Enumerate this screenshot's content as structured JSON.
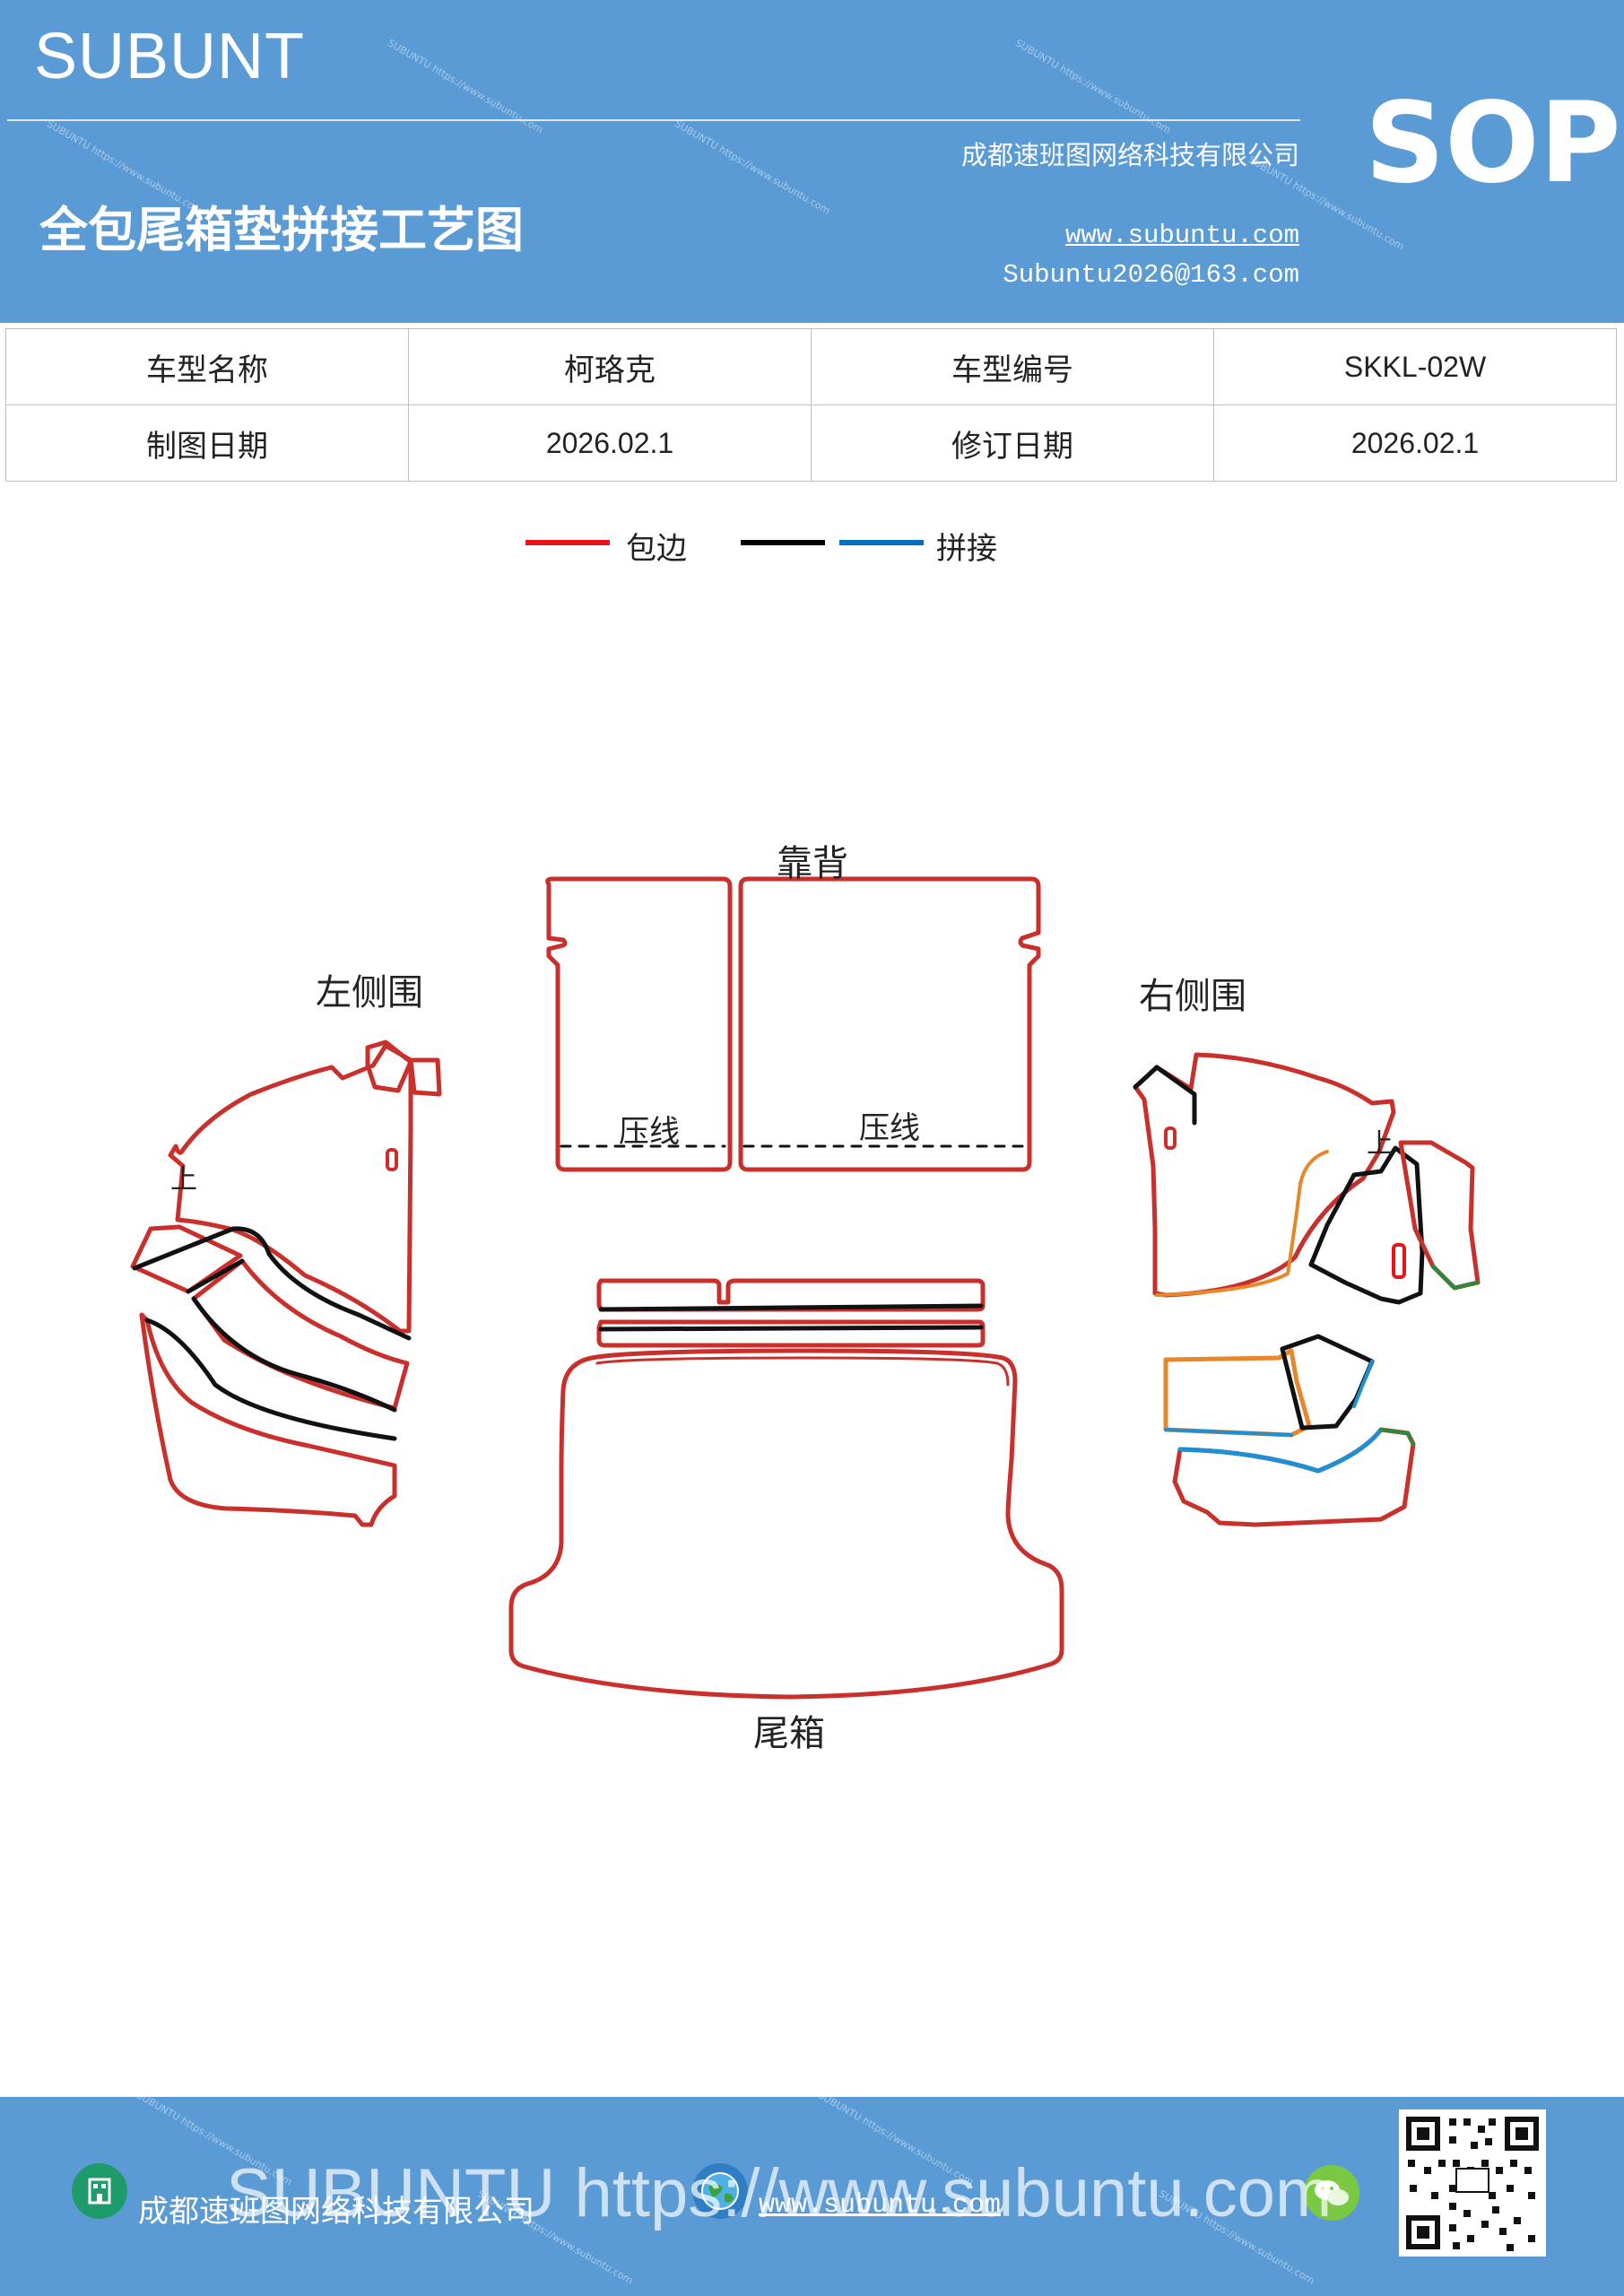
{
  "header": {
    "brand": "SUBUNT",
    "company": "成都速班图网络科技有限公司",
    "title": "全包尾箱垫拼接工艺图",
    "website": "www.subuntu.com",
    "email": "Subuntu2026@163.com",
    "badge": "SOP",
    "bg_color": "#5b9bd5"
  },
  "info_table": {
    "rows": [
      [
        "车型名称",
        "柯珞克",
        "车型编号",
        "SKKL-02W"
      ],
      [
        "制图日期",
        "2026.02.1",
        "修订日期",
        "2026.02.1"
      ]
    ]
  },
  "legend": {
    "items": [
      {
        "label": "包边",
        "color": "#e8141b"
      },
      {
        "label": "",
        "color": "#000000"
      },
      {
        "label": "拼接",
        "color": "#0070c0"
      }
    ]
  },
  "diagram": {
    "labels": {
      "backrest": "靠背",
      "left_side": "左侧围",
      "right_side": "右侧围",
      "trunk": "尾箱",
      "crease_left": "压线",
      "crease_right": "压线",
      "up_left": "上",
      "up_right": "上"
    },
    "colors": {
      "edge": "#c9302c",
      "seam": "#111111",
      "orange": "#e8862a",
      "blue": "#1e8fd2",
      "green": "#2a8a3a"
    }
  },
  "footer": {
    "company": "成都速班图网络科技有限公司",
    "website": "www.subuntu.com",
    "watermark": "SUBUNTU https://www.subuntu.com",
    "icons": [
      "building-icon",
      "globe-icon",
      "wechat-icon"
    ]
  }
}
